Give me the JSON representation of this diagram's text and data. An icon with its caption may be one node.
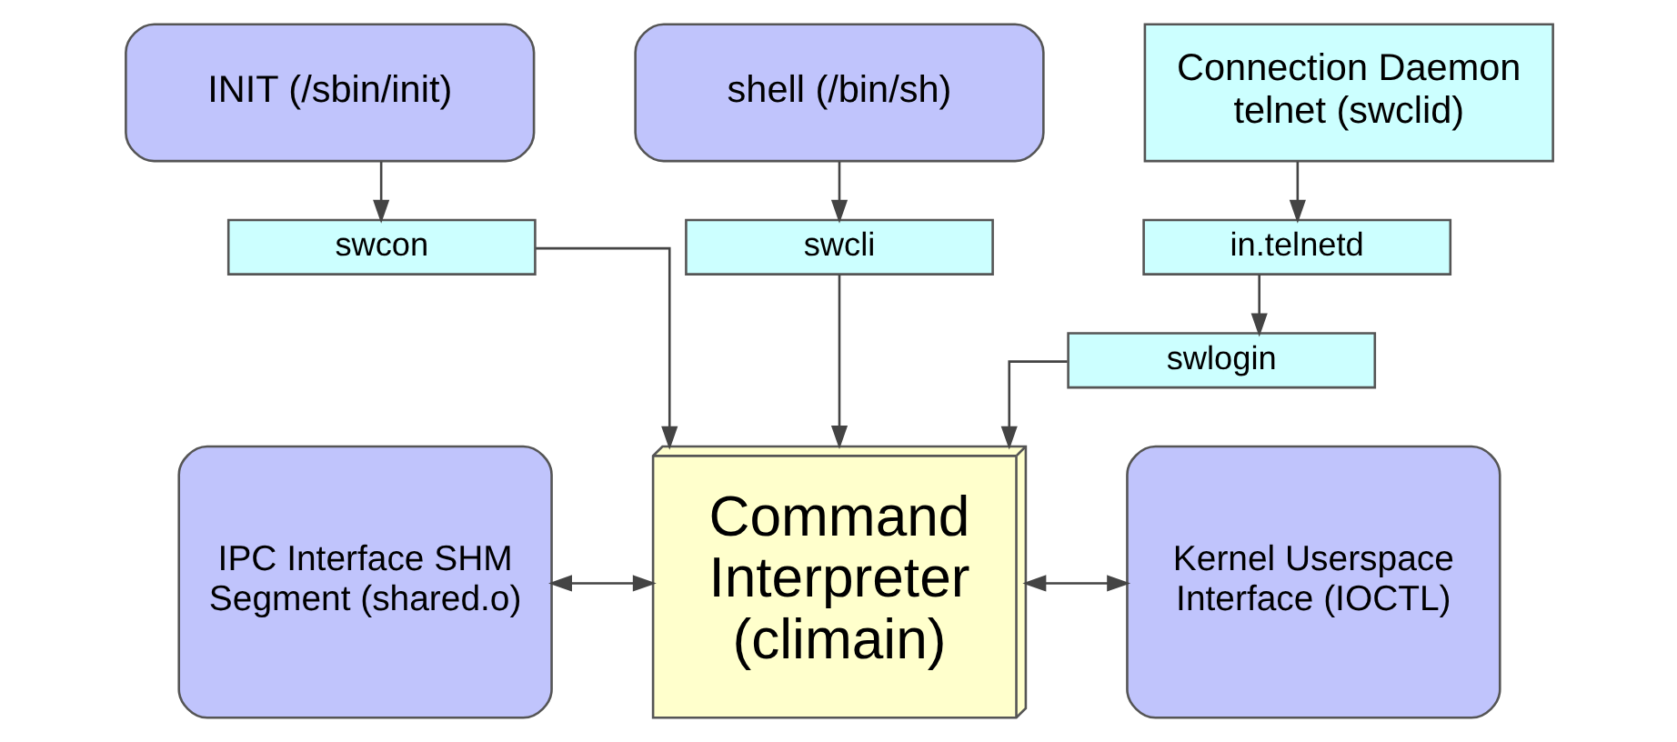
{
  "diagram": {
    "nodes": [
      {
        "text": [
          "INIT (/sbin/init)"
        ]
      },
      {
        "text": [
          "Connection Daemon telnet (swclid)"
        ]
      },
      {
        "text": [
          "shell (/bin/sh)"
        ]
      },
      {
        "text": [
          "swcon"
        ]
      },
      {
        "text": [
          "in.telnetd"
        ]
      },
      {
        "text": [
          "swcli"
        ]
      },
      {
        "text": [
          "swlogin"
        ]
      },
      {
        "text": [
          "IPC Interface SHM Segment (shared.o)"
        ]
      },
      {
        "text": [
          "Command Interpreter (climain)"
        ]
      },
      {
        "text": [
          "Kernel Userspace Interface (IOCTL)"
        ]
      }
    ],
    "edges": [
      {
        "from": 0,
        "to": 3,
        "arrow": "to"
      },
      {
        "from": 1,
        "to": 4,
        "arrow": "to"
      },
      {
        "from": 4,
        "to": 6,
        "arrow": "to"
      },
      {
        "from": 2,
        "to": 5,
        "arrow": "to"
      },
      {
        "from": 3,
        "to": 8,
        "arrow": "to"
      },
      {
        "from": 6,
        "to": 8,
        "arrow": "to"
      },
      {
        "from": 5,
        "to": 8,
        "arrow": "to"
      },
      {
        "from": 7,
        "to": 8,
        "arrow": "both"
      },
      {
        "from": 8,
        "to": 9,
        "arrow": "both"
      }
    ]
  }
}
